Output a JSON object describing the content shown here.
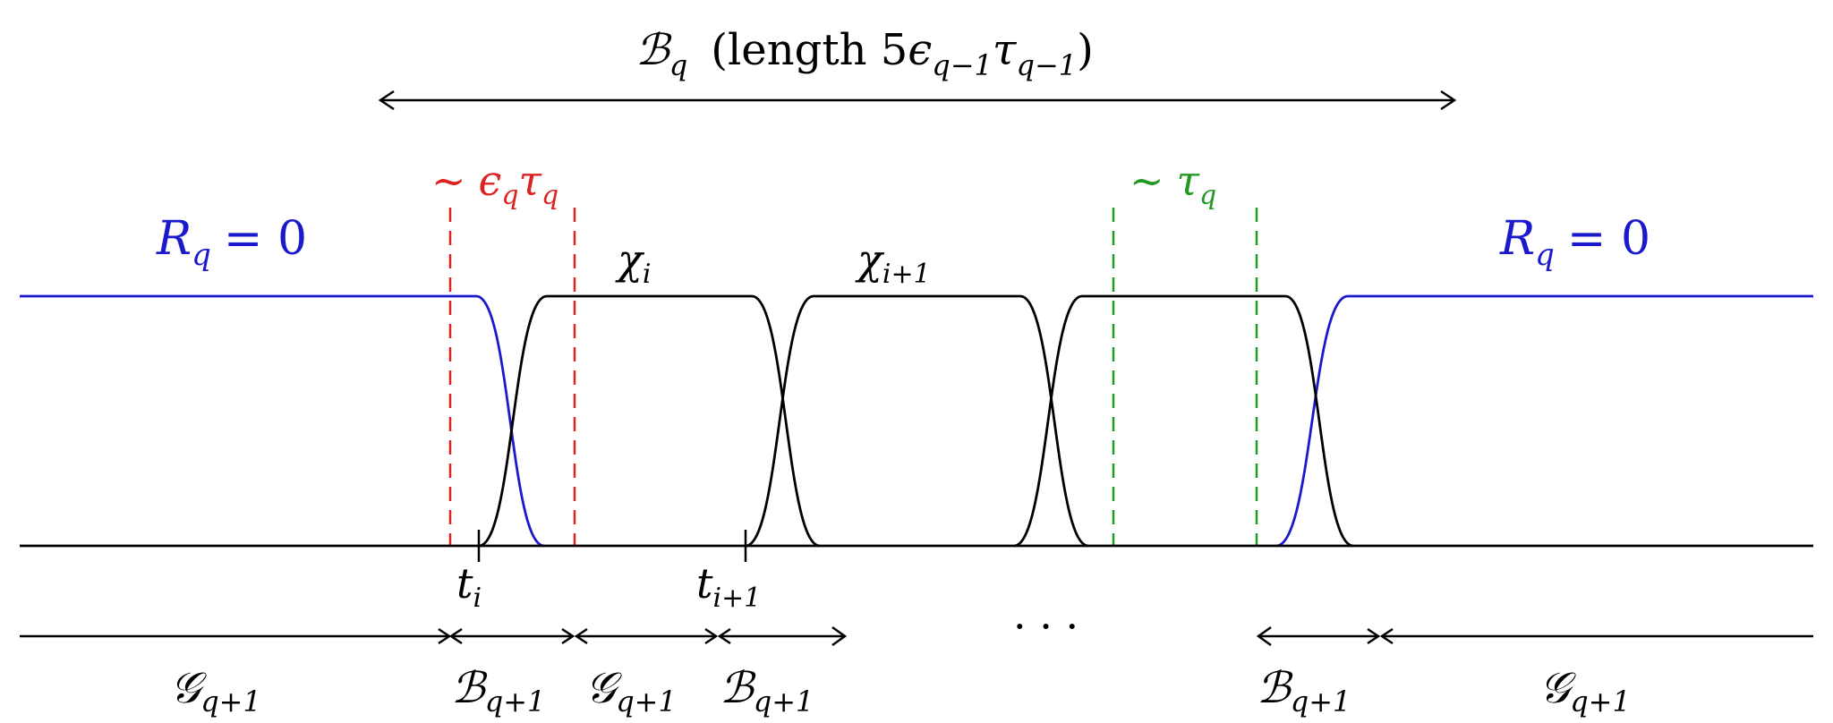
{
  "colors": {
    "black": "#000000",
    "blue": "#1a1acc",
    "red": "#dd2222",
    "green": "#229922"
  },
  "labels": {
    "top_B_main": "ℬ",
    "top_B_sub": "q",
    "top_length_pre": "(length 5",
    "top_length_eps": "ϵ",
    "top_length_eps_sub": "q−1",
    "top_length_tau": "τ",
    "top_length_tau_sub": "q−1",
    "top_length_post": ")",
    "red_tilde": "∼",
    "red_eps": "ϵ",
    "red_eps_sub": "q",
    "red_tau": "τ",
    "red_tau_sub": "q",
    "green_tilde": "∼",
    "green_tau": "τ",
    "green_tau_sub": "q",
    "r_left_main": "R",
    "r_left_sub": "q",
    "r_left_rhs": "= 0",
    "r_right_main": "R",
    "r_right_sub": "q",
    "r_right_rhs": "= 0",
    "chi_i_main": "χ",
    "chi_i_sub": "i",
    "chi_i1_main": "χ",
    "chi_i1_sub": "i+1",
    "t_i_main": "t",
    "t_i_sub": "i",
    "t_i1_main": "t",
    "t_i1_sub": "i+1",
    "dots": "· · ·",
    "g1_main": "𝒢",
    "g1_sub": "q+1",
    "b1_main": "ℬ",
    "b1_sub": "q+1",
    "g2_main": "𝒢",
    "g2_sub": "q+1",
    "b2_main": "ℬ",
    "b2_sub": "q+1",
    "b3_main": "ℬ",
    "b3_sub": "q+1",
    "g3_main": "𝒢",
    "g3_sub": "q+1"
  }
}
